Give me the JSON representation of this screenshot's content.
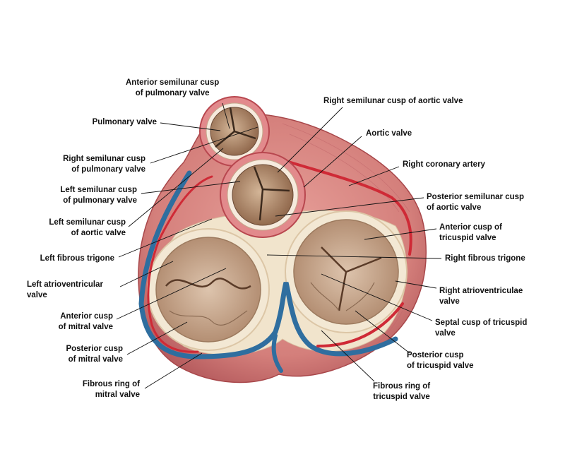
{
  "labels": {
    "ant_cusp_pulm": "Anterior semilunar cusp\nof pulmonary valve",
    "pulm_valve": "Pulmonary valve",
    "right_cusp_pulm": "Right semilunar cusp\nof pulmonary valve",
    "left_cusp_pulm": "Left semilunar cusp\nof pulmonary valve",
    "left_cusp_aortic": "Left semilunar cusp\nof aortic valve",
    "left_fib_trigone": "Left fibrous trigone",
    "left_av_valve": "Left atrioventricular\nvalve",
    "ant_cusp_mitral": "Anterior cusp\nof mitral valve",
    "post_cusp_mitral": "Posterior cusp\nof mitral valve",
    "fib_ring_mitral": "Fibrous ring of\nmitral valve",
    "right_cusp_aortic": "Right semilunar cusp of aortic valve",
    "aortic_valve": "Aortic valve",
    "right_coronary": "Right coronary artery",
    "post_cusp_aortic": "Posterior semilunar cusp\nof aortic valve",
    "ant_cusp_tricuspid": "Anterior cusp of\ntricuspid valve",
    "right_fib_trigone": "Right fibrous trigone",
    "right_av_valve": "Right atrioventriculae\nvalve",
    "septal_cusp_tricuspid": "Septal cusp of tricuspid\nvalve",
    "post_cusp_tricuspid": "Posterior cusp\nof tricuspid valve",
    "fib_ring_tricuspid": "Fibrous ring of\ntricuspid valve"
  },
  "colors": {
    "muscle": "#d9827f",
    "muscle_dark": "#a8474a",
    "ring": "#f2e6cf",
    "valve": "#c9a88c",
    "artery": "#cf2a36",
    "vein": "#2f6e9f"
  }
}
